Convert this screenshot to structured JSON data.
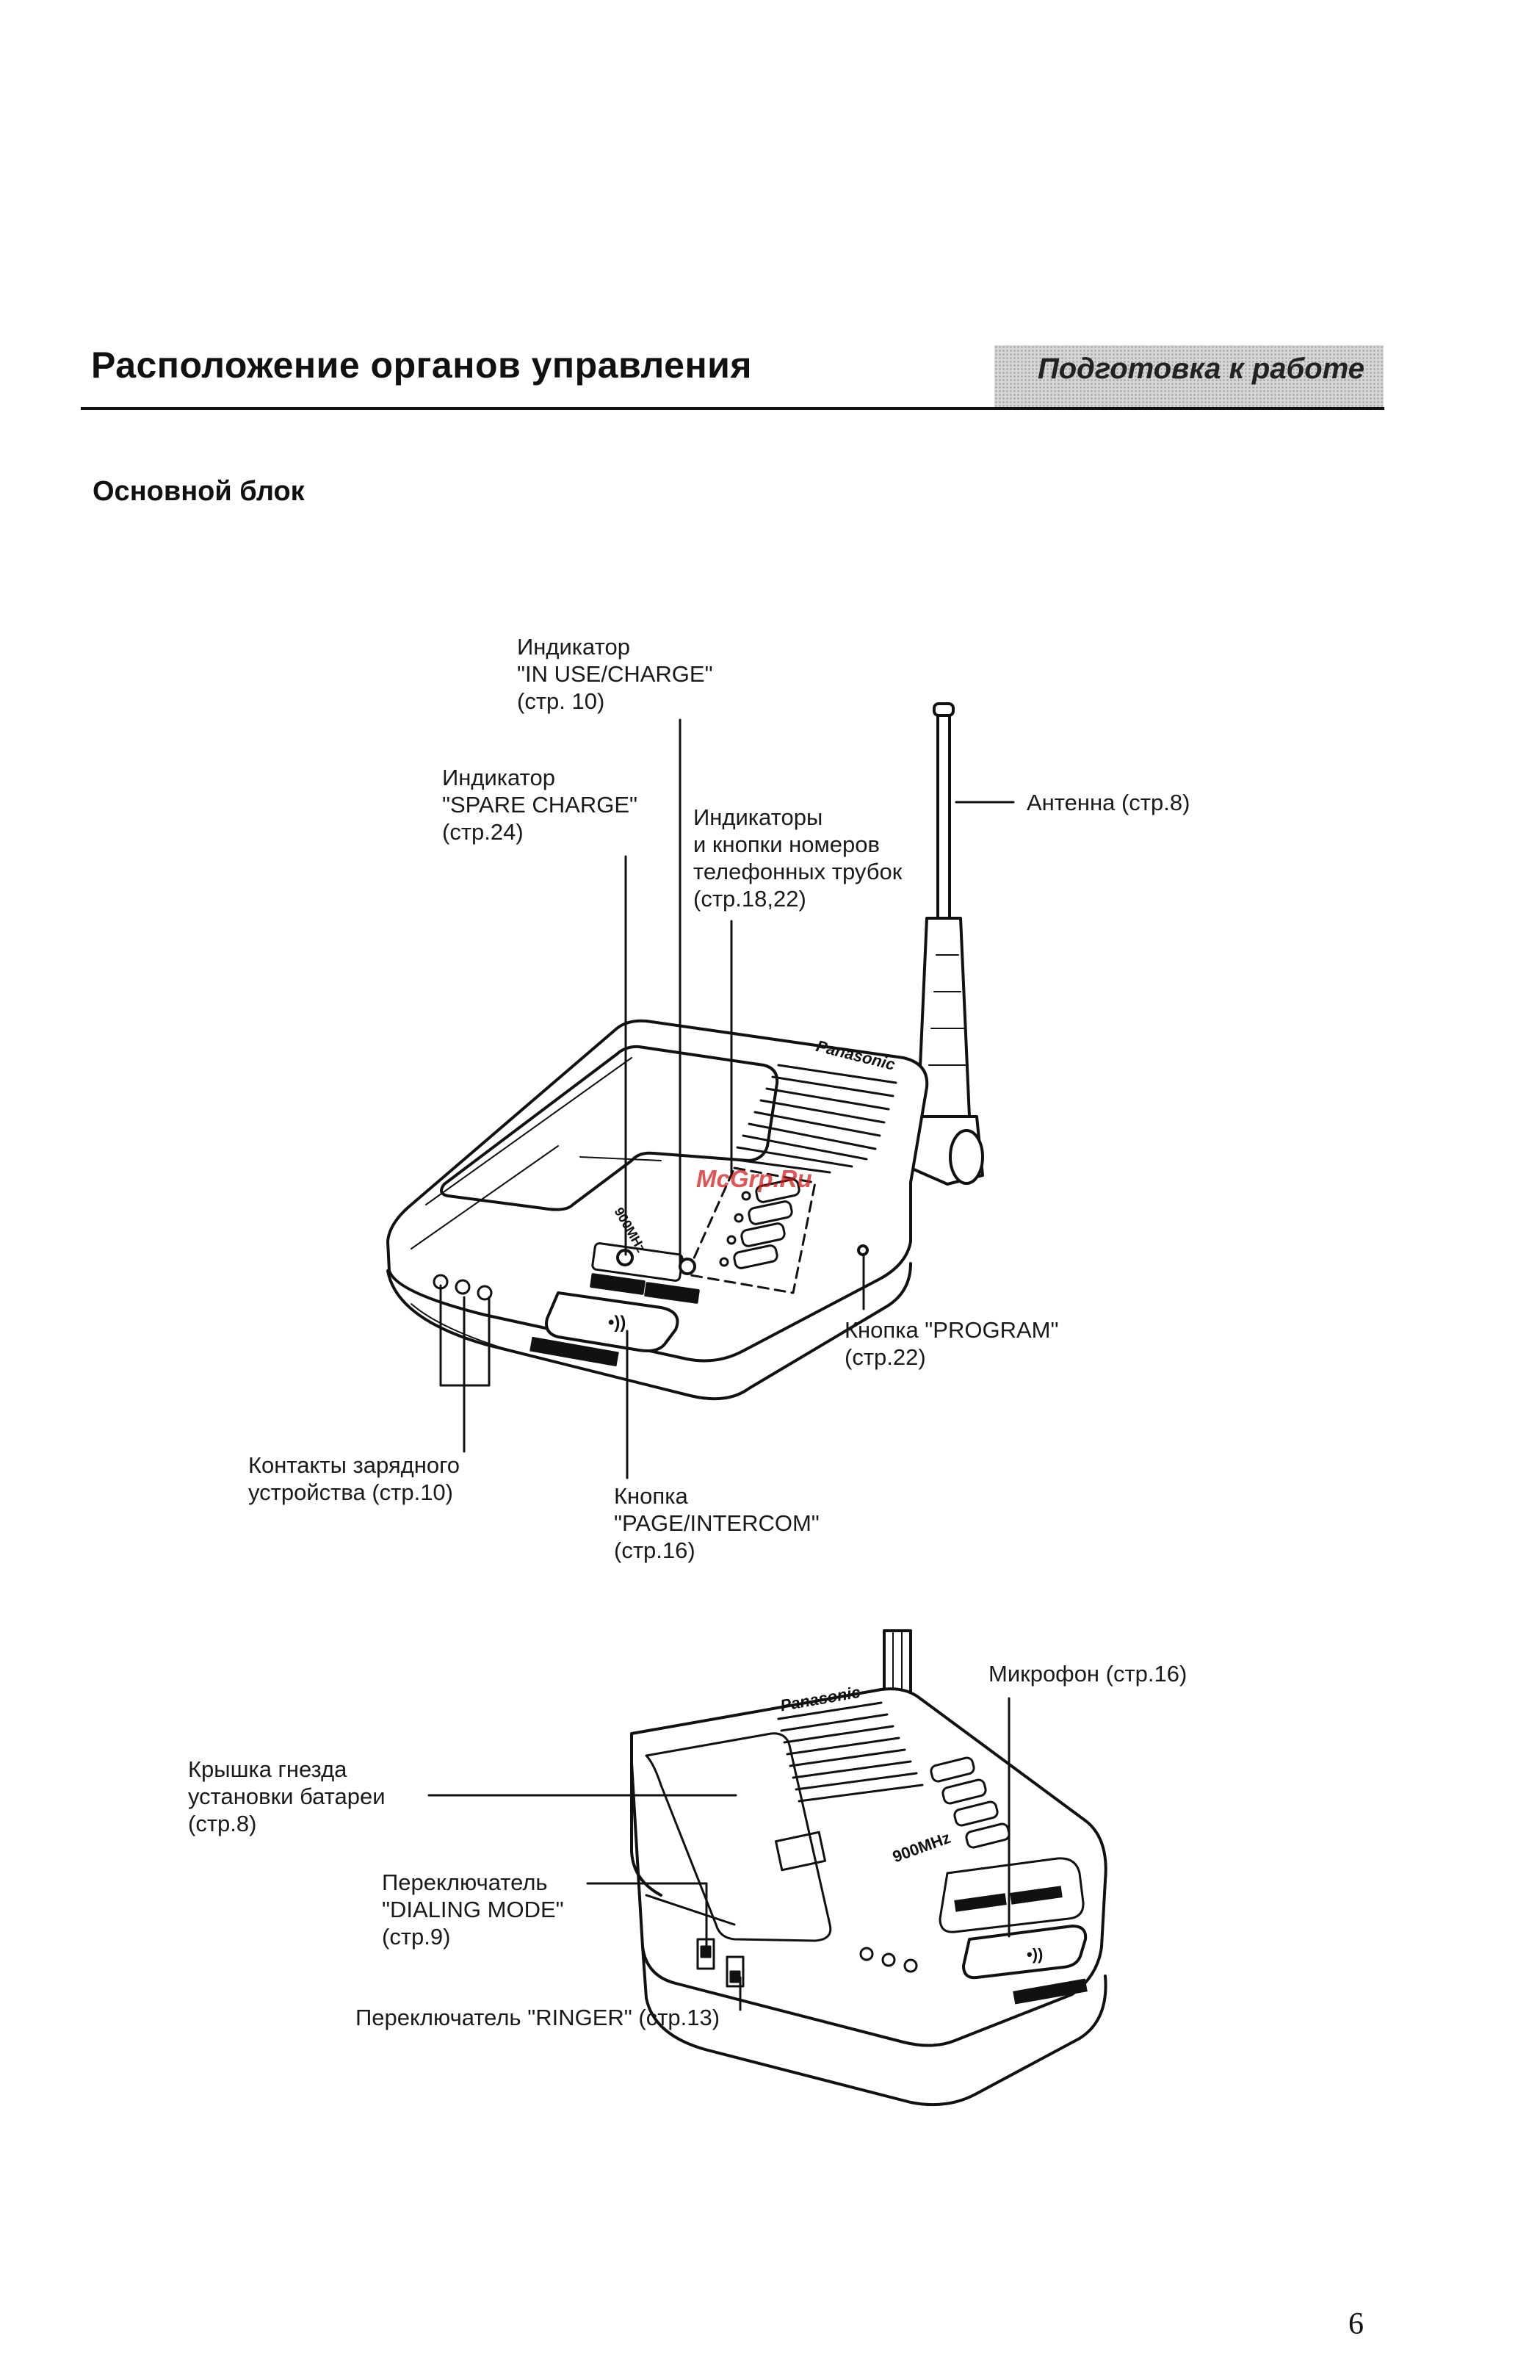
{
  "header": {
    "title": "Расположение органов управления",
    "section_badge": "Подготовка к работе"
  },
  "subtitle": "Основной блок",
  "callouts_top": {
    "in_use_charge": "Индикатор\n\"IN USE/CHARGE\"\n(стр. 10)",
    "spare_charge": "Индикатор\n\"SPARE CHARGE\"\n(стр.24)",
    "handset_indicators": "Индикаторы\nи кнопки номеров\nтелефонных трубок\n(стр.18,22)",
    "antenna": "Антенна (стр.8)",
    "program": "Кнопка \"PROGRAM\"\n(стр.22)",
    "charge_contacts": "Контакты зарядного\nустройства (стр.10)",
    "page_intercom": "Кнопка\n\"PAGE/INTERCOM\"\n(стр.16)"
  },
  "callouts_bottom": {
    "microphone": "Микрофон (стр.16)",
    "battery_cover": "Крышка гнезда\nустановки батареи\n(стр.8)",
    "dialing_mode": "Переключатель\n\"DIALING MODE\"\n(стр.9)",
    "ringer": "Переключатель \"RINGER\" (стр.13)"
  },
  "device": {
    "brand": "Panasonic",
    "band_label": "900MHz"
  },
  "watermark": "McGrp.Ru",
  "page_number": "6"
}
